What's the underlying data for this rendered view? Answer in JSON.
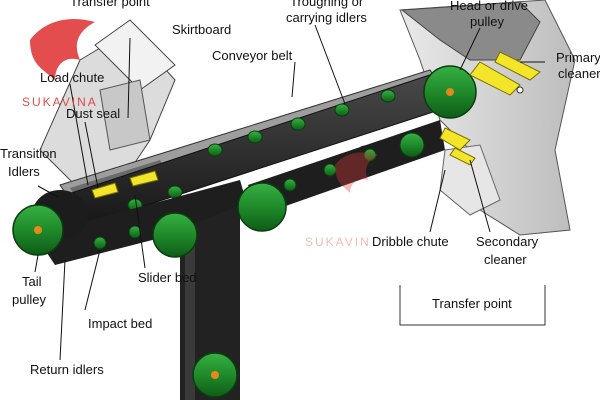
{
  "labels": {
    "transfer_point_top": "Transfer point",
    "skirtboard": "Skirtboard",
    "troughing_1": "Troughing or",
    "troughing_2": "carrying idlers",
    "head_1": "Head or drive",
    "head_2": "pulley",
    "primary_1": "Primary",
    "primary_2": "cleaner",
    "load_chute": "Load chute",
    "conveyor_belt": "Conveyor belt",
    "dust_seal": "Dust seal",
    "transition_1": "Transition",
    "transition_2": "Idlers",
    "dribble_chute": "Dribble chute",
    "secondary_1": "Secondary",
    "secondary_2": "cleaner",
    "slider_bed": "Slider bed",
    "tail_1": "Tail",
    "tail_2": "pulley",
    "impact_bed": "Impact bed",
    "transfer_point_bottom": "Transfer point",
    "return_idlers": "Return idlers"
  },
  "watermark": {
    "brand_top": "SUKAVINA",
    "brand_center": "SUKAVIN"
  },
  "colors": {
    "belt": "#1c1c1c",
    "roller": "#1f8a2a",
    "roller_dark": "#0f5c17",
    "hub": "#e58a1a",
    "scraper": "#f2e52a",
    "frame": "#d6d6d6",
    "watermark": "#e03a3a"
  },
  "icons": {
    "logo": "red-lion-logo-icon"
  }
}
